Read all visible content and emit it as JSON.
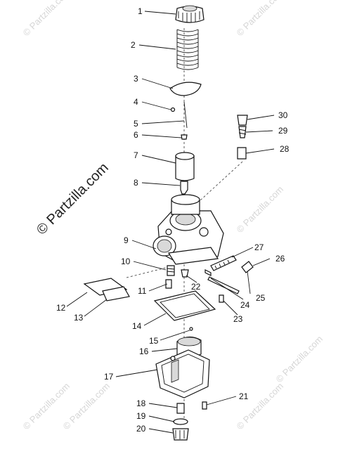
{
  "watermark": {
    "text": "© Partzilla.com"
  },
  "callouts": {
    "c1": "1",
    "c2": "2",
    "c3": "3",
    "c4": "4",
    "c5": "5",
    "c6": "6",
    "c7": "7",
    "c8": "8",
    "c9": "9",
    "c10": "10",
    "c11": "11",
    "c12": "12",
    "c13": "13",
    "c14": "14",
    "c15": "15",
    "c16": "16",
    "c17": "17",
    "c18": "18",
    "c19": "19",
    "c20": "20",
    "c21": "21",
    "c22": "22",
    "c23": "23",
    "c24": "24",
    "c25": "25",
    "c26": "26",
    "c27": "27",
    "c28": "28",
    "c29": "29",
    "c30": "30"
  }
}
